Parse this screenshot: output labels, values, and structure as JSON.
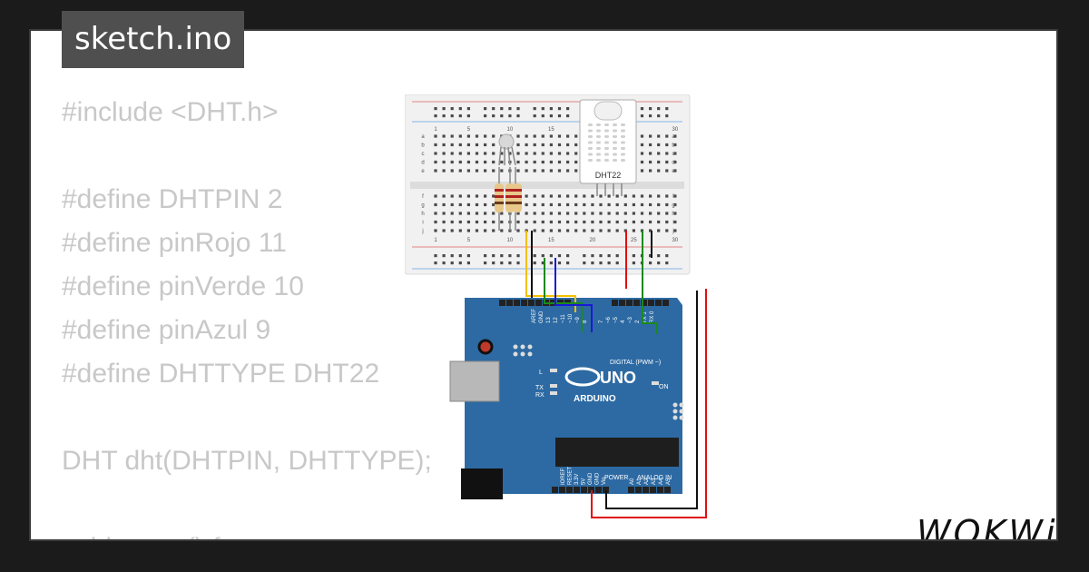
{
  "tab": {
    "filename": "sketch.ino"
  },
  "code_lines": [
    "#include <DHT.h>",
    "",
    "#define DHTPIN 2",
    "#define pinRojo 11",
    "#define pinVerde 10",
    "#define pinAzul 9",
    "#define DHTTYPE DHT22",
    "",
    "DHT dht(DHTPIN, DHTTYPE);",
    "",
    "void setup() {"
  ],
  "breadboard": {
    "col_numbers": [
      "1",
      "5",
      "10",
      "15",
      "20",
      "25",
      "30"
    ],
    "rows_top": [
      "a",
      "b",
      "c",
      "d",
      "e"
    ],
    "rows_bottom": [
      "f",
      "g",
      "h",
      "i",
      "j"
    ]
  },
  "sensor": {
    "label": "DHT22"
  },
  "arduino": {
    "model": "UNO",
    "brand": "ARDUINO",
    "digital_label": "DIGITAL (PWM ~)",
    "power_label": "POWER",
    "analog_label": "ANALOG IN",
    "led_labels": [
      "L",
      "TX",
      "RX"
    ],
    "on_label": "ON",
    "aref_label": "AREF",
    "gnd_label": "GND",
    "digital_pins": [
      "13",
      "12",
      "~11",
      "~10",
      "~9",
      "8",
      "7",
      "~6",
      "~5",
      "4",
      "~3",
      "2",
      "TX 1",
      "RX 0"
    ],
    "power_pins": [
      "IOREF",
      "RESET",
      "3.3V",
      "5V",
      "GND",
      "GND",
      "Vin"
    ],
    "analog_pins": [
      "A0",
      "A1",
      "A2",
      "A3",
      "A4",
      "A5"
    ]
  },
  "brand": {
    "logo": "WOKWi"
  },
  "colors": {
    "board": "#2d6aa3",
    "wire_yellow": "#f3c000",
    "wire_green": "#1b8a1b",
    "wire_blue": "#1a1ad6",
    "wire_red": "#e01010",
    "wire_black": "#111111"
  }
}
